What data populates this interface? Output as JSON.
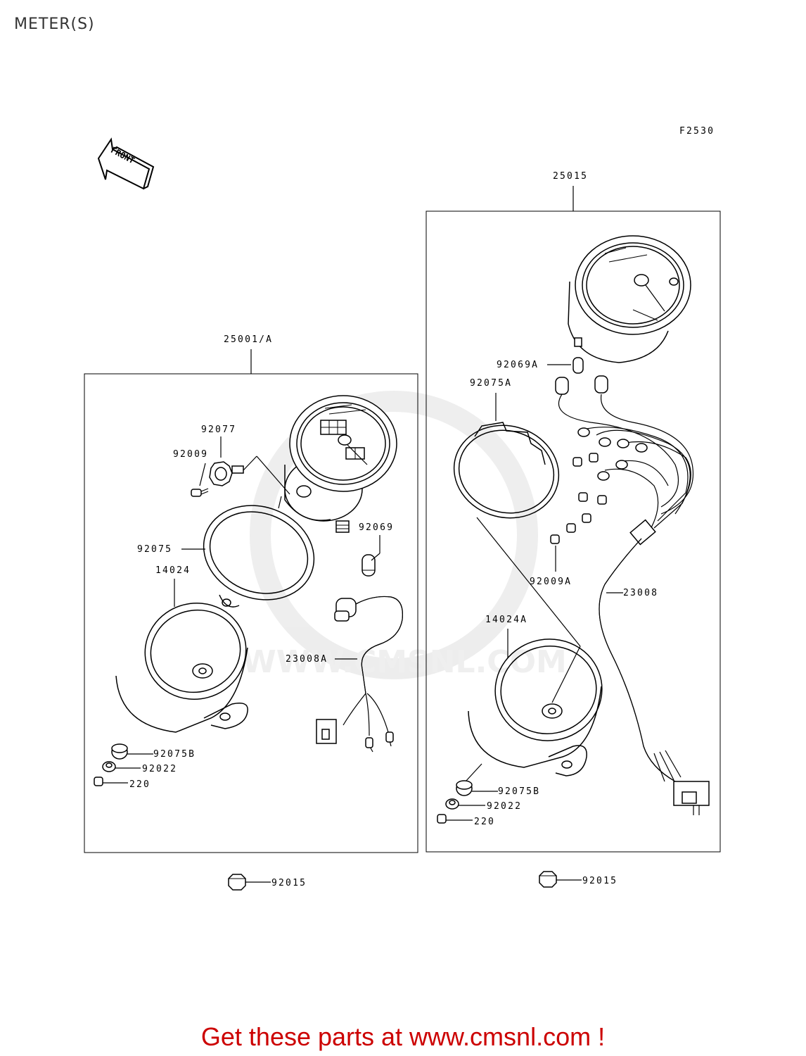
{
  "page": {
    "title": "METER(S)"
  },
  "diagram": {
    "figure_code": "F2530",
    "front_marker": "FRONT",
    "watermark": "WWW.CMSNL.COM",
    "assemblies": [
      {
        "id": "25001/A",
        "parts": [
          "92077",
          "92009",
          "92069",
          "92075",
          "14024",
          "23008A",
          "92075B",
          "92022",
          "220"
        ]
      },
      {
        "id": "25015",
        "parts": [
          "92069A",
          "92075A",
          "92009A",
          "23008",
          "14024A",
          "92075B",
          "92022",
          "220"
        ]
      }
    ],
    "loose_parts": [
      "92015",
      "92015"
    ]
  },
  "promo": {
    "text": "Get these parts at www.cmsnl.com !",
    "color": "#cc0000"
  },
  "colors": {
    "ink": "#000000",
    "title": "#333333",
    "watermark": "#e2e2e2"
  }
}
